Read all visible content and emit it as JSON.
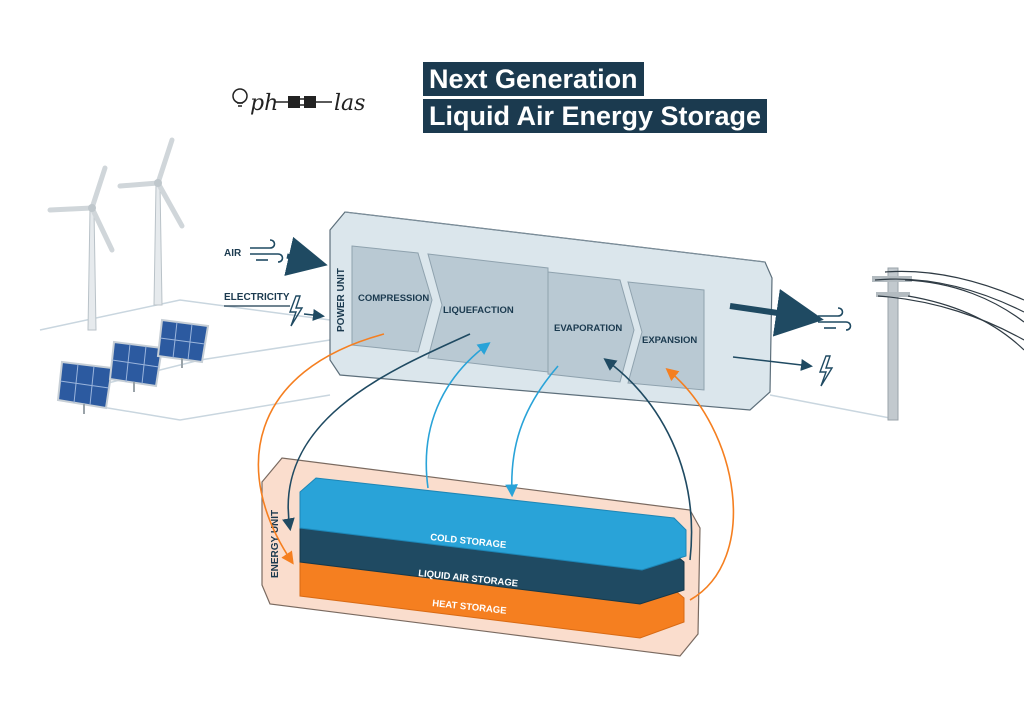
{
  "title": {
    "line1": "Next Generation",
    "line2": "Liquid Air Energy Storage"
  },
  "logo": {
    "left": "ph",
    "right": "las"
  },
  "inputs": {
    "air": "AIR",
    "electricity": "ELECTRICITY"
  },
  "power_unit": {
    "label": "POWER UNIT",
    "stages": [
      "COMPRESSION",
      "LIQUEFACTION",
      "EVAPORATION",
      "EXPANSION"
    ]
  },
  "energy_unit": {
    "label": "ENERGY UNIT",
    "layers": [
      "COLD STORAGE",
      "LIQUID AIR STORAGE",
      "HEAT STORAGE"
    ]
  },
  "colors": {
    "navy": "#1b3a4f",
    "cold": "#29a3d8",
    "liquid": "#1f4a62",
    "heat": "#f57f20",
    "power_box": "#cfdde6",
    "energy_box": "#f9d7c4"
  },
  "icons": [
    "wind-turbine-icon",
    "solar-panel-icon",
    "wind-icon",
    "lightning-icon",
    "power-pole-icon",
    "plug-icon",
    "light-bulb-icon"
  ]
}
